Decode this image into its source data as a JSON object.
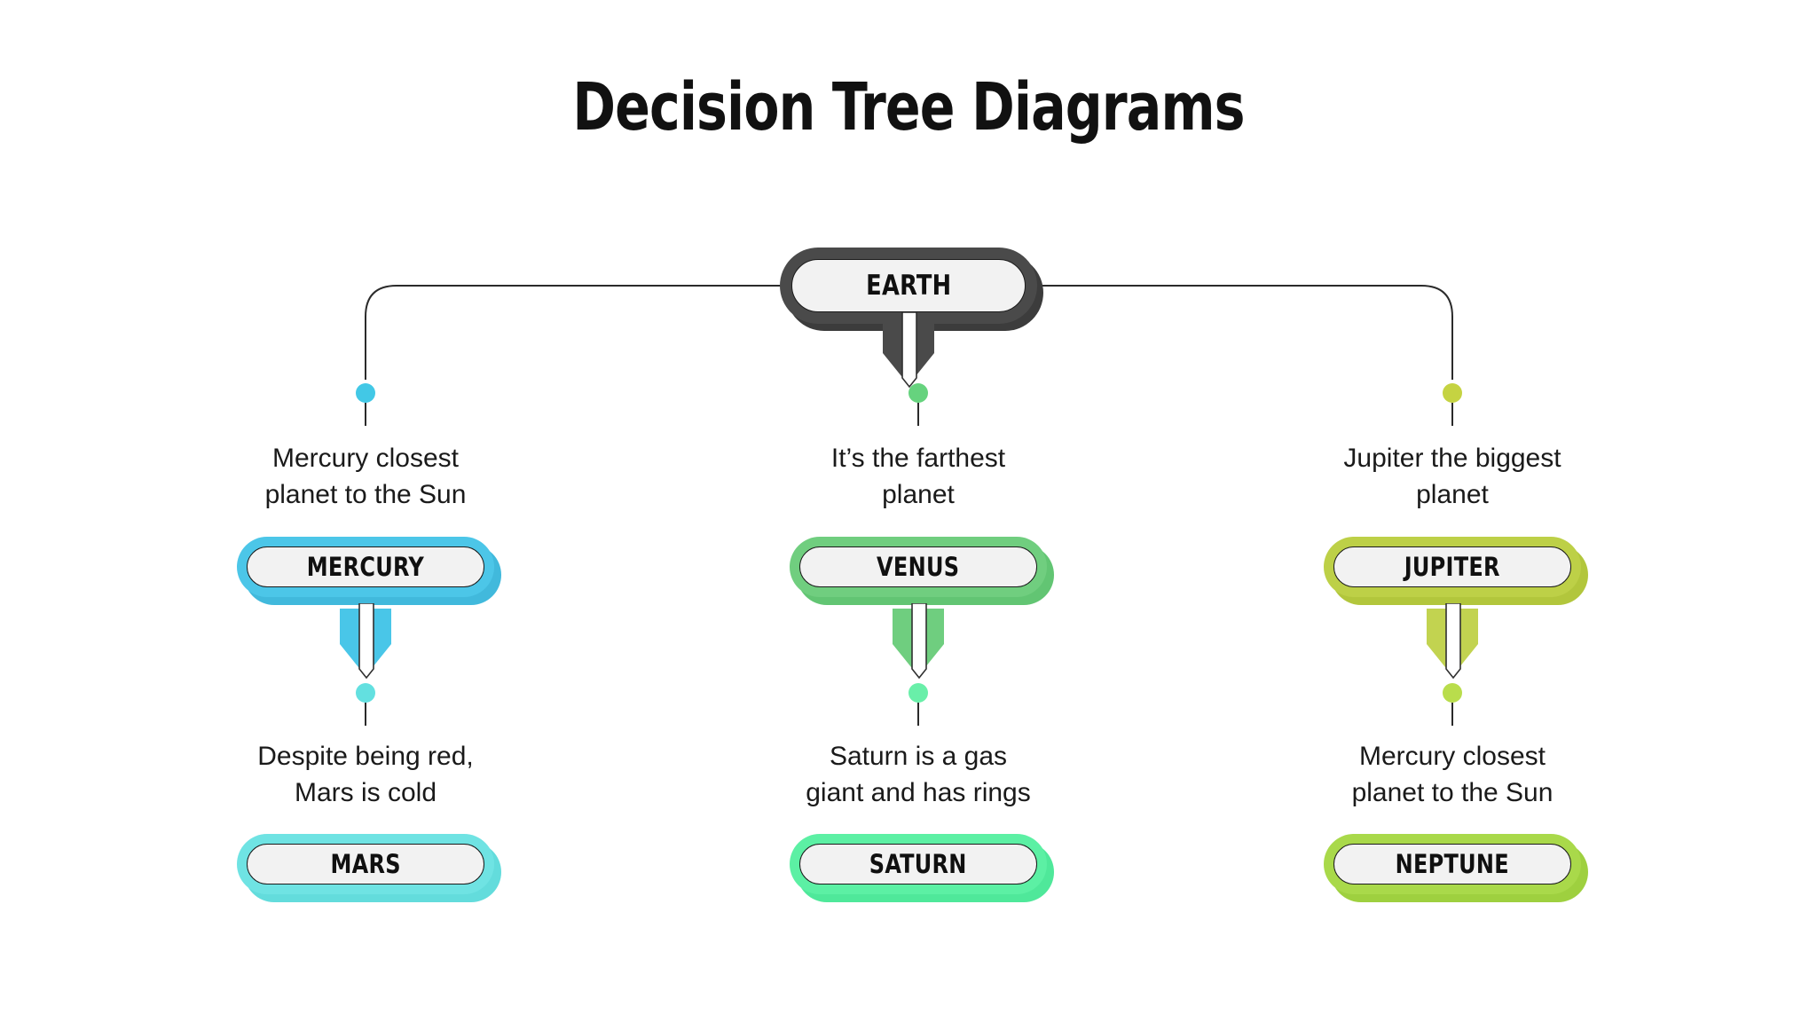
{
  "page": {
    "title": "Decision Tree Diagrams",
    "background": "#ffffff"
  },
  "root": {
    "label": "EARTH",
    "ring_color": "#4a4a4a",
    "shadow_color": "#3c3c3c",
    "arrow_color": "#4a4a4a"
  },
  "columns": [
    {
      "id": "left",
      "dot_color_top": "#42c8e6",
      "desc_top": "Mercury closest\nplanet to the Sun",
      "node_top": {
        "label": "MERCURY",
        "ring_color": "#4cc6e8",
        "shadow_color": "#41b9dc",
        "arrow_color": "#49c6e8"
      },
      "dot_color_bottom": "#63e0e0",
      "desc_bottom": "Despite being red,\nMars is cold",
      "node_bottom": {
        "label": "MARS",
        "ring_color": "#6fe3e3",
        "shadow_color": "#63dcdc"
      }
    },
    {
      "id": "middle",
      "dot_color_top": "#66d37e",
      "desc_top": "It’s the farthest\nplanet",
      "node_top": {
        "label": "VENUS",
        "ring_color": "#70ce7f",
        "shadow_color": "#62c573",
        "arrow_color": "#6fce7f"
      },
      "dot_color_bottom": "#69efa9",
      "desc_bottom": "Saturn is a gas\ngiant and has rings",
      "node_bottom": {
        "label": "SATURN",
        "ring_color": "#5cf0a4",
        "shadow_color": "#4fe89a"
      }
    },
    {
      "id": "right",
      "dot_color_top": "#c5d342",
      "desc_top": "Jupiter the biggest\nplanet",
      "node_top": {
        "label": "JUPITER",
        "ring_color": "#bdd047",
        "shadow_color": "#b2c63c",
        "arrow_color": "#c2d350"
      },
      "dot_color_bottom": "#b9dd4c",
      "desc_bottom": "Mercury closest\nplanet to the Sun",
      "node_bottom": {
        "label": "NEPTUNE",
        "ring_color": "#a9d94a",
        "shadow_color": "#9ed03f"
      }
    }
  ]
}
